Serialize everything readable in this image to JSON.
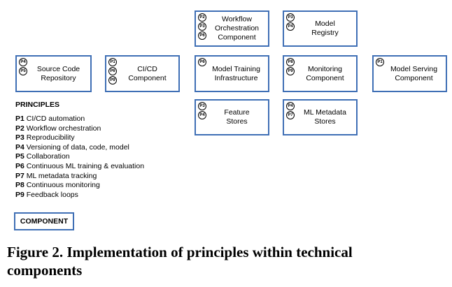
{
  "components": [
    {
      "id": "workflow",
      "label": "Workflow\nOrchestration\nComponent",
      "principles": [
        "P2",
        "P3",
        "P6"
      ]
    },
    {
      "id": "model-registry",
      "label": "Model\nRegistry",
      "principles": [
        "P3",
        "P4"
      ]
    },
    {
      "id": "source-code",
      "label": "Source Code\nRepository",
      "principles": [
        "P4",
        "P5"
      ]
    },
    {
      "id": "cicd",
      "label": "CI/CD\nComponent",
      "principles": [
        "P1",
        "P6",
        "P9"
      ]
    },
    {
      "id": "training",
      "label": "Model Training\nInfrastructure",
      "principles": [
        "P6"
      ]
    },
    {
      "id": "monitoring",
      "label": "Monitoring\nComponent",
      "principles": [
        "P8",
        "P9"
      ]
    },
    {
      "id": "serving",
      "label": "Model Serving\nComponent",
      "principles": [
        "P1"
      ]
    },
    {
      "id": "feature-stores",
      "label": "Feature\nStores",
      "principles": [
        "P3",
        "P4"
      ]
    },
    {
      "id": "metadata-stores",
      "label": "ML Metadata\nStores",
      "principles": [
        "P4",
        "P7"
      ]
    }
  ],
  "principles_title": "PRINCIPLES",
  "principles": [
    {
      "code": "P1",
      "text": "CI/CD automation"
    },
    {
      "code": "P2",
      "text": "Workflow orchestration"
    },
    {
      "code": "P3",
      "text": "Reproducibility"
    },
    {
      "code": "P4",
      "text": "Versioning of data, code, model"
    },
    {
      "code": "P5",
      "text": "Collaboration"
    },
    {
      "code": "P6",
      "text": "Continuous ML training & evaluation"
    },
    {
      "code": "P7",
      "text": "ML metadata tracking"
    },
    {
      "code": "P8",
      "text": "Continuous monitoring"
    },
    {
      "code": "P9",
      "text": "Feedback loops"
    }
  ],
  "legend_label": "COMPONENT",
  "caption": "Figure 2. Implementation of principles within technical components",
  "colors": {
    "box_border": "#3f6fb5"
  }
}
